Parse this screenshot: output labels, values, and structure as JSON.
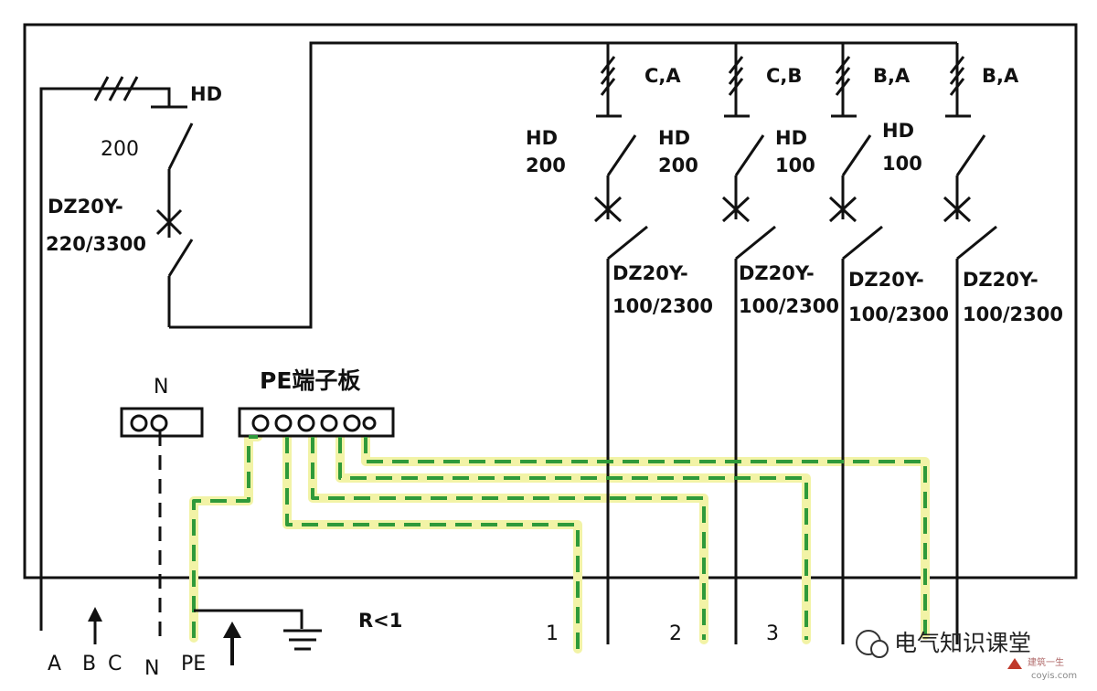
{
  "main_breaker": {
    "type_line1": "DZ20Y-",
    "type_line2": "220/3300",
    "hd_label": "HD",
    "hd_rating": "200"
  },
  "branches": [
    {
      "phase_label": "C,A",
      "hd_label": "HD",
      "hd_rating": "200",
      "breaker_line1": "DZ20Y-",
      "breaker_line2": "100/2300",
      "circuit_number": "1"
    },
    {
      "phase_label": "C,B",
      "hd_label": "HD",
      "hd_rating": "200",
      "breaker_line1": "DZ20Y-",
      "breaker_line2": "100/2300",
      "circuit_number": "2"
    },
    {
      "phase_label": "B,A",
      "hd_label": "HD",
      "hd_rating": "100",
      "breaker_line1": "DZ20Y-",
      "breaker_line2": "100/2300",
      "circuit_number": "3"
    },
    {
      "phase_label": "B,A",
      "hd_label": "HD",
      "hd_rating": "100",
      "breaker_line1": "DZ20Y-",
      "breaker_line2": "100/2300",
      "circuit_number": ""
    }
  ],
  "terminals": {
    "n_label": "N",
    "pe_label": "PE端子板"
  },
  "bottom_labels": {
    "a": "A",
    "b": "B",
    "c": "C",
    "n": "N",
    "pe": "PE",
    "resistance": "R<1"
  },
  "watermark": {
    "main": "电气知识课堂",
    "small": "建筑一生",
    "url": "coyis.com"
  },
  "colors": {
    "line": "#111111",
    "pe_conductor": "#2f9a3a",
    "pe_glow": "#f2f3a6"
  }
}
